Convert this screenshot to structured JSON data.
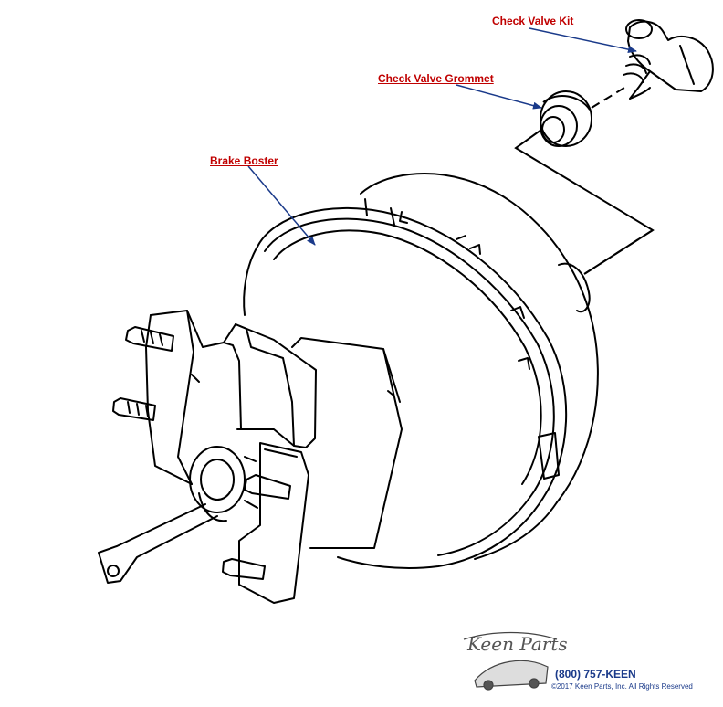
{
  "callouts": {
    "check_valve_kit": "Check Valve Kit",
    "check_valve_grommet": "Check Valve Grommet",
    "brake_booster": "Brake Boster"
  },
  "branding": {
    "logo_text": "Keen Parts",
    "phone": "(800) 757-KEEN",
    "copyright": "©2017 Keen Parts, Inc. All Rights Reserved"
  },
  "colors": {
    "callout_text": "#c00000",
    "leader_line": "#1a3a8a",
    "line_art": "#000000",
    "branding": "#1a3a8a"
  }
}
